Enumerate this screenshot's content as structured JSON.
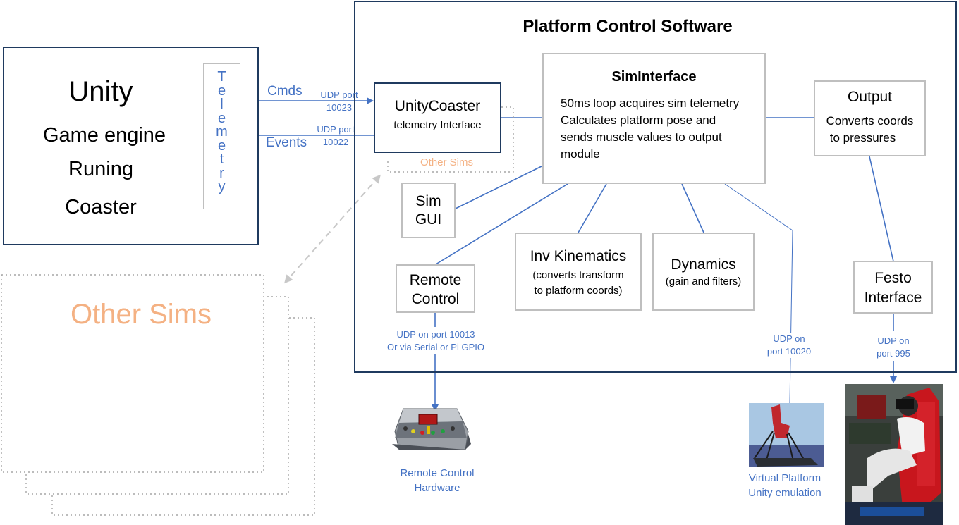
{
  "platform_title": "Platform Control Software",
  "unity": {
    "title": "Unity",
    "line1": "Game engine",
    "line2": "Runing",
    "line3": "Coaster",
    "telemetry_letters": [
      "T",
      "e",
      "l",
      "e",
      "m",
      "e",
      "t",
      "r",
      "y"
    ]
  },
  "links": {
    "cmds": "Cmds",
    "events": "Events",
    "udp_cmds_1": "UDP port",
    "udp_cmds_2": "10023",
    "udp_events_1": "UDP port",
    "udp_events_2": "10022"
  },
  "unity_coaster": {
    "title": "UnityCoaster",
    "subtitle": "telemetry Interface"
  },
  "other_sims_small": "Other Sims",
  "other_sims_large": "Other Sims",
  "sim_interface": {
    "title": "SimInterface",
    "lines": [
      "50ms loop acquires sim telemetry",
      "Calculates platform pose and",
      "sends muscle values to output",
      "module"
    ]
  },
  "output": {
    "title": "Output",
    "line1": "Converts coords",
    "line2": "to pressures"
  },
  "sim_gui": {
    "line1": "Sim",
    "line2": "GUI"
  },
  "remote_control": {
    "line1": "Remote",
    "line2": "Control"
  },
  "inv_kinematics": {
    "title": "Inv Kinematics",
    "line1": "(converts transform",
    "line2": "to platform coords)"
  },
  "dynamics": {
    "title": "Dynamics",
    "line1": "(gain and filters)"
  },
  "festo": {
    "line1": "Festo",
    "line2": "Interface"
  },
  "udp_remote": {
    "line1": "UDP on port 10013",
    "line2": "Or via Serial or Pi GPIO"
  },
  "udp_virtual": {
    "line1": "UDP on",
    "line2": "port 10020"
  },
  "udp_festo": {
    "line1": "UDP on",
    "line2": "port 995"
  },
  "remote_hw_label": {
    "line1": "Remote Control",
    "line2": "Hardware"
  },
  "virtual_label": {
    "line1": "Virtual Platform",
    "line2": "Unity emulation"
  },
  "colors": {
    "arrow": "#4472c4",
    "frame": "#1f3a5f",
    "box_border": "#bfbfbf",
    "accent_text": "#f4b183"
  }
}
